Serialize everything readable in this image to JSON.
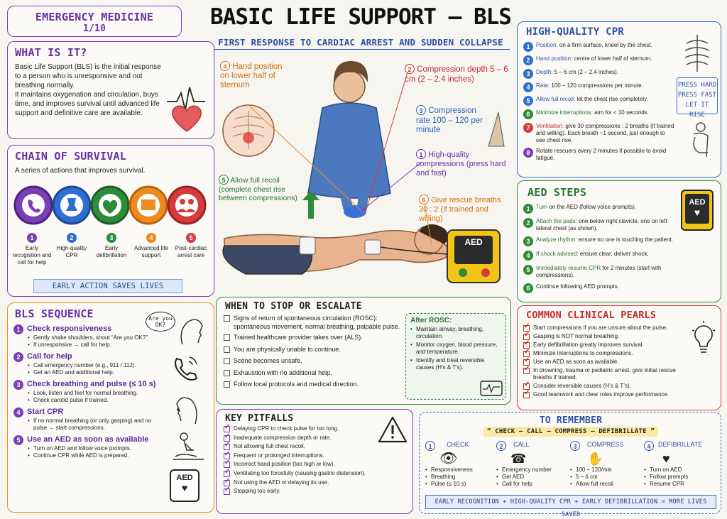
{
  "header": {
    "specialty": "EMERGENCY MEDICINE",
    "page": "1/10",
    "title": "BASIC LIFE SUPPORT – BLS",
    "subtitle": "FIRST RESPONSE TO CARDIAC ARREST AND SUDDEN COLLAPSE"
  },
  "what": {
    "title": "WHAT IS IT?",
    "text": "Basic Life Support (BLS) is the initial response to a person who is unresponsive and not breathing normally.",
    "text2": "It maintains oxygenation and circulation, buys time, and improves survival until advanced life support and definitive care are available."
  },
  "chain": {
    "title": "CHAIN OF SURVIVAL",
    "intro": "A series of actions that improves survival.",
    "links": [
      {
        "n": "1",
        "label": "Early recognition and call for help",
        "color": "#7b3fb5"
      },
      {
        "n": "2",
        "label": "High-quality CPR",
        "color": "#2f6fd0"
      },
      {
        "n": "3",
        "label": "Early defibrillation",
        "color": "#2e8b3a"
      },
      {
        "n": "4",
        "label": "Advanced life support",
        "color": "#ef8a1f"
      },
      {
        "n": "5",
        "label": "Post-cardiac arrest care",
        "color": "#d63a3a"
      }
    ],
    "banner": "EARLY ACTION SAVES LIVES"
  },
  "seq": {
    "title": "BLS SEQUENCE",
    "bubble": "Are you OK?",
    "steps": [
      {
        "n": "1",
        "title": "Check responsiveness",
        "items": [
          "Gently shake shoulders, shout “Are you OK?”",
          "If unresponsive → call for help."
        ]
      },
      {
        "n": "2",
        "title": "Call for help",
        "items": [
          "Call emergency number (e.g., 911 / 112).",
          "Get an AED and additional help."
        ]
      },
      {
        "n": "3",
        "title": "Check breathing and pulse (≤ 10 s)",
        "items": [
          "Look, listen and feel for normal breathing.",
          "Check carotid pulse if trained."
        ]
      },
      {
        "n": "4",
        "title": "Start CPR",
        "items": [
          "If no normal breathing (or only gasping) and no pulse → start compressions."
        ]
      },
      {
        "n": "5",
        "title": "Use an AED as soon as available",
        "items": [
          "Turn on AED and follow voice prompts.",
          "Continue CPR while AED is prepared."
        ]
      }
    ],
    "aed_label": "AED"
  },
  "center": {
    "c4": {
      "n": "4",
      "text": "Hand position on lower half of sternum"
    },
    "c2": {
      "n": "2",
      "text": "Compression depth 5 – 6 cm (2 – 2.4 inches)"
    },
    "c3": {
      "n": "3",
      "text": "Compression rate 100 – 120 per minute"
    },
    "c1": {
      "n": "1",
      "text": "High-quality compressions (press hard and fast)"
    },
    "c5": {
      "n": "5",
      "text": "Allow full recoil (complete chest rise between compressions)"
    },
    "c6": {
      "n": "6",
      "text": "Give rescue breaths 30 : 2 (if trained and willing)"
    },
    "aed": "AED"
  },
  "stop": {
    "title": "WHEN TO STOP OR ESCALATE",
    "items": [
      "Signs of return of spontaneous circulation (ROSC): spontaneous movement, normal breathing, palpable pulse.",
      "Trained healthcare provider takes over (ALS).",
      "You are physically unable to continue.",
      "Scene becomes unsafe.",
      "Exhaustion with no additional help.",
      "Follow local protocols and medical direction."
    ],
    "rosc_title": "After ROSC:",
    "rosc": [
      "Maintain airway, breathing, circulation.",
      "Monitor oxygen, blood pressure, and temperature.",
      "Identify and treat reversible causes (H’s & T’s)."
    ]
  },
  "pitfalls": {
    "title": "KEY PITFALLS",
    "items": [
      "Delaying CPR to check pulse for too long.",
      "Inadequate compression depth or rate.",
      "Not allowing full chest recoil.",
      "Frequent or prolonged interruptions.",
      "Incorrect hand position (too high or low).",
      "Ventilating too forcefully (causing gastric distension).",
      "Not using the AED or delaying its use.",
      "Stopping too early."
    ]
  },
  "cpr": {
    "title": "HIGH-QUALITY CPR",
    "items": [
      {
        "n": "1",
        "b": "Position:",
        "t": " on a firm surface, kneel by the chest.",
        "c": "#2f6fd0"
      },
      {
        "n": "2",
        "b": "Hand position:",
        "t": " centre of lower half of sternum.",
        "c": "#2f6fd0"
      },
      {
        "n": "3",
        "b": "Depth:",
        "t": " 5 – 6 cm (2 – 2.4 inches).",
        "c": "#2f6fd0"
      },
      {
        "n": "4",
        "b": "Rate:",
        "t": " 100 – 120 compressions per minute.",
        "c": "#2f6fd0"
      },
      {
        "n": "5",
        "b": "Allow full recoil:",
        "t": " let the chest rise completely.",
        "c": "#2f6fd0"
      },
      {
        "n": "6",
        "b": "Minimize interruptions:",
        "t": " aim for < 10 seconds.",
        "c": "#2e8b3a"
      },
      {
        "n": "7",
        "b": "Ventilation:",
        "t": " give 30 compressions : 2 breaths (if trained and willing). Each breath ~1 second, just enough to see chest rise.",
        "c": "#d63a3a"
      },
      {
        "n": "8",
        "b": "",
        "t": "Rotate rescuers every 2 minutes if possible to avoid fatigue.",
        "c": "#7b3fb5"
      }
    ],
    "press": [
      "PRESS HARD",
      "PRESS FAST",
      "LET IT RISE"
    ]
  },
  "aedsteps": {
    "title": "AED STEPS",
    "label": "AED",
    "items": [
      {
        "n": "1",
        "b": "Turn",
        "t": " on the AED (follow voice prompts)."
      },
      {
        "n": "2",
        "b": "Attach the pads:",
        "t": " one below right clavicle, one on left lateral chest (as shown)."
      },
      {
        "n": "3",
        "b": "Analyze rhythm:",
        "t": " ensure no one is touching the patient."
      },
      {
        "n": "4",
        "b": "If shock advised:",
        "t": " ensure clear, deliver shock."
      },
      {
        "n": "5",
        "b": "Immediately resume CPR",
        "t": " for 2 minutes (start with compressions)."
      },
      {
        "n": "6",
        "b": "",
        "t": "Continue following AED prompts."
      }
    ]
  },
  "pearls": {
    "title": "COMMON CLINICAL PEARLS",
    "items": [
      "Start compressions if you are unsure about the pulse.",
      "Gasping is NOT normal breathing.",
      "Early defibrillation greatly improves survival.",
      "Minimize interruptions to compressions.",
      "Use an AED as soon as available.",
      "In drowning, trauma or pediatric arrest, give initial rescue breaths if trained.",
      "Consider reversible causes (H’s & T’s).",
      "Good teamwork and clear roles improve performance."
    ]
  },
  "remember": {
    "title": "TO REMEMBER",
    "slogan": "“ CHECK – CALL – COMPRESS – DEFIBRILLATE ”",
    "cols": [
      {
        "n": "1",
        "title": "CHECK",
        "items": [
          "Responsiveness",
          "Breathing",
          "Pulse (≤ 10 s)"
        ]
      },
      {
        "n": "2",
        "title": "CALL",
        "items": [
          "Emergency number",
          "Get AED",
          "Call for help"
        ]
      },
      {
        "n": "3",
        "title": "COMPRESS",
        "items": [
          "100 – 120/min",
          "5 – 6 cm",
          "Allow full recoil"
        ]
      },
      {
        "n": "4",
        "title": "DEFIBRILLATE",
        "items": [
          "Turn on AED",
          "Follow prompts",
          "Resume CPR"
        ]
      }
    ],
    "footer": "EARLY RECOGNITION + HIGH-QUALITY CPR + EARLY DEFIBRILLATION = MORE LIVES SAVED"
  }
}
